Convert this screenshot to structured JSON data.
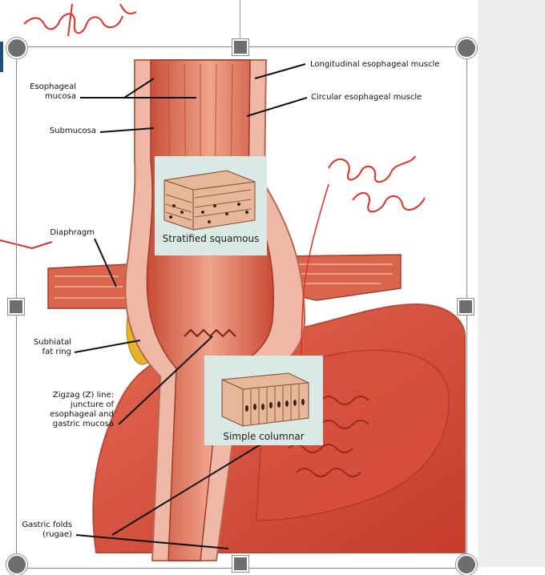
{
  "annotations": {
    "top_handwriting": "regnler",
    "side_handwriting_1": "Different",
    "side_handwriting_2": "function"
  },
  "labels": {
    "longitudinal": "Longitudinal esophageal muscle",
    "circular": "Circular esophageal muscle",
    "mucosa_1": "Esophageal",
    "mucosa_2": "mucosa",
    "submucosa": "Submucosa",
    "diaphragm": "Diaphragm",
    "subhiatal_1": "Subhiatal",
    "subhiatal_2": "fat ring",
    "zigzag_1": "Zigzag (Z) line:",
    "zigzag_2": "juncture of",
    "zigzag_3": "esophageal and",
    "zigzag_4": "gastric mucosa",
    "gastric_1": "Gastric folds",
    "gastric_2": "(rugae)"
  },
  "insets": {
    "stratified": "Stratified squamous",
    "columnar": "Simple columnar"
  },
  "colors": {
    "annotation_red": "#e0302a",
    "tissue": "#d9684f",
    "tissue_light": "#f0b39f",
    "fat": "#e6b426",
    "inset_bg": "#dbe9e6"
  }
}
